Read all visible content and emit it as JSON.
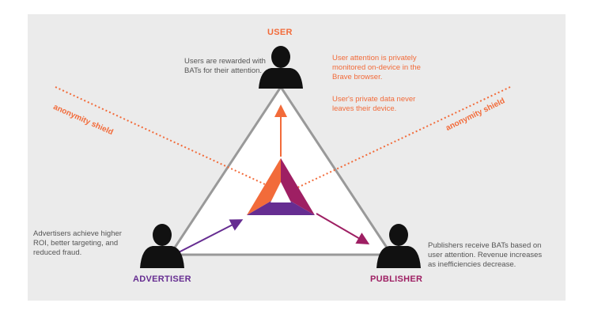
{
  "roles": {
    "user": "USER",
    "advertiser": "ADVERTISER",
    "publisher": "PUBLISHER"
  },
  "shields": {
    "left": "anonymity shield",
    "right": "anonymity shield"
  },
  "notes": {
    "user_reward": "Users are rewarded with\nBATs for their attention.",
    "user_attention": "User attention is privately\nmonitored on-device in the\nBrave browser.",
    "user_privacy": "User's private data never\nleaves their device.",
    "advertiser": "Advertisers achieve higher\nROI, better targeting, and\nreduced fraud.",
    "publisher": "Publishers receive BATs based on\nuser attention. Revenue increases\nas inefficiencies decrease."
  },
  "colors": {
    "orange": "#f26b3a",
    "purple": "#662d91",
    "magenta": "#9e1f63",
    "background": "#ebebeb",
    "triangle_stroke": "#999999",
    "person": "#111111"
  },
  "icons": [
    "person-icon",
    "bat-logo-icon"
  ]
}
